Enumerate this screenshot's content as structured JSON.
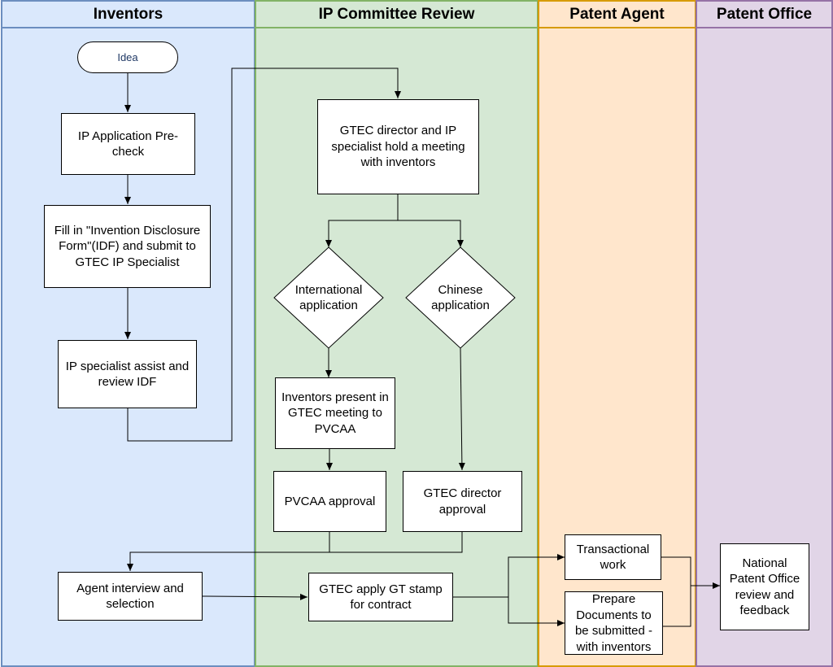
{
  "lanes": {
    "inventors": "Inventors",
    "ip_committee": "IP Committee Review",
    "patent_agent": "Patent Agent",
    "patent_office": "Patent Office"
  },
  "nodes": {
    "idea": "Idea",
    "precheck": "IP Application Pre-check",
    "idf": "Fill in \"Invention Disclosure Form\"(IDF) and submit to GTEC IP Specialist",
    "review_idf": "IP specialist assist and review IDF",
    "meeting": "GTEC director and IP specialist hold a meeting with inventors",
    "international": "International application",
    "chinese": "Chinese application",
    "present_pvcaa": "Inventors present in GTEC meeting to PVCAA",
    "pvcaa_approval": "PVCAA approval",
    "director_approval": "GTEC director approval",
    "agent_interview": "Agent interview and selection",
    "gt_stamp": "GTEC apply GT stamp for contract",
    "transactional": "Transactional work",
    "prepare_docs": "Prepare Documents to be submitted - with inventors",
    "national_office": "National Patent Office review and feedback"
  }
}
